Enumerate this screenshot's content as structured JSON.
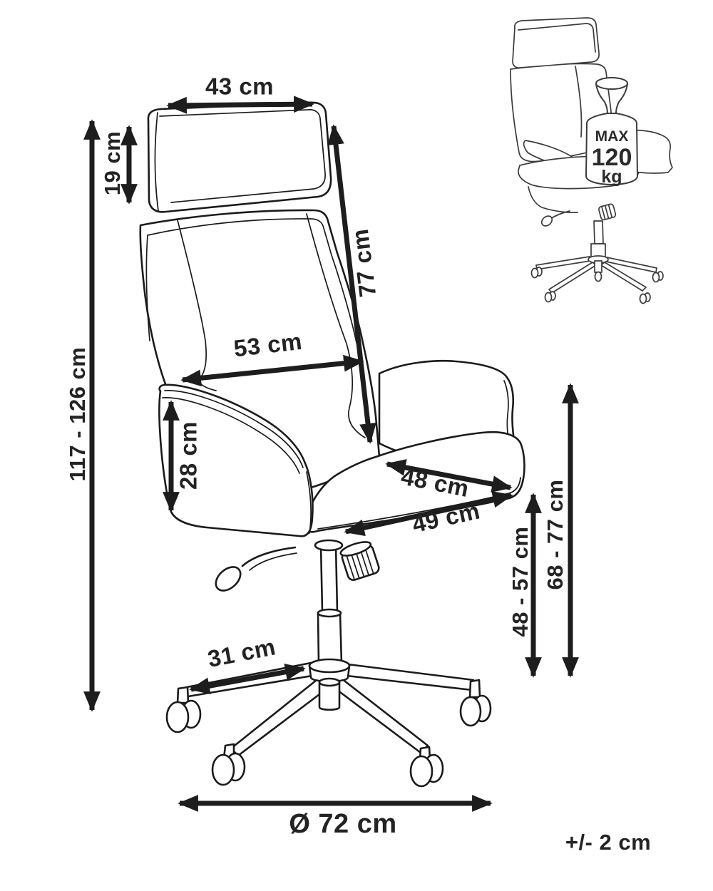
{
  "colors": {
    "background": "#ffffff",
    "chair_line": "#1b1b1b",
    "mini_chair_line": "#3c3c3c",
    "arrow": "#1d1d1d",
    "text": "#232323"
  },
  "labels": {
    "headrest_width": "43 cm",
    "headrest_height": "19 cm",
    "backrest_height": "77 cm",
    "backrest_width": "53 cm",
    "armrest_panel_height": "28 cm",
    "seat_depth": "48 cm",
    "seat_width": "49 cm",
    "overall_height": "117 - 126 cm",
    "base_leg_length": "31 cm",
    "base_diameter": "Ø 72 cm",
    "seat_height_range": "48 - 57 cm",
    "armrest_height_range": "68 - 77 cm",
    "tolerance": "+/- 2 cm"
  },
  "max_load": {
    "line1": "MAX",
    "line2": "120",
    "line3": "kg"
  }
}
